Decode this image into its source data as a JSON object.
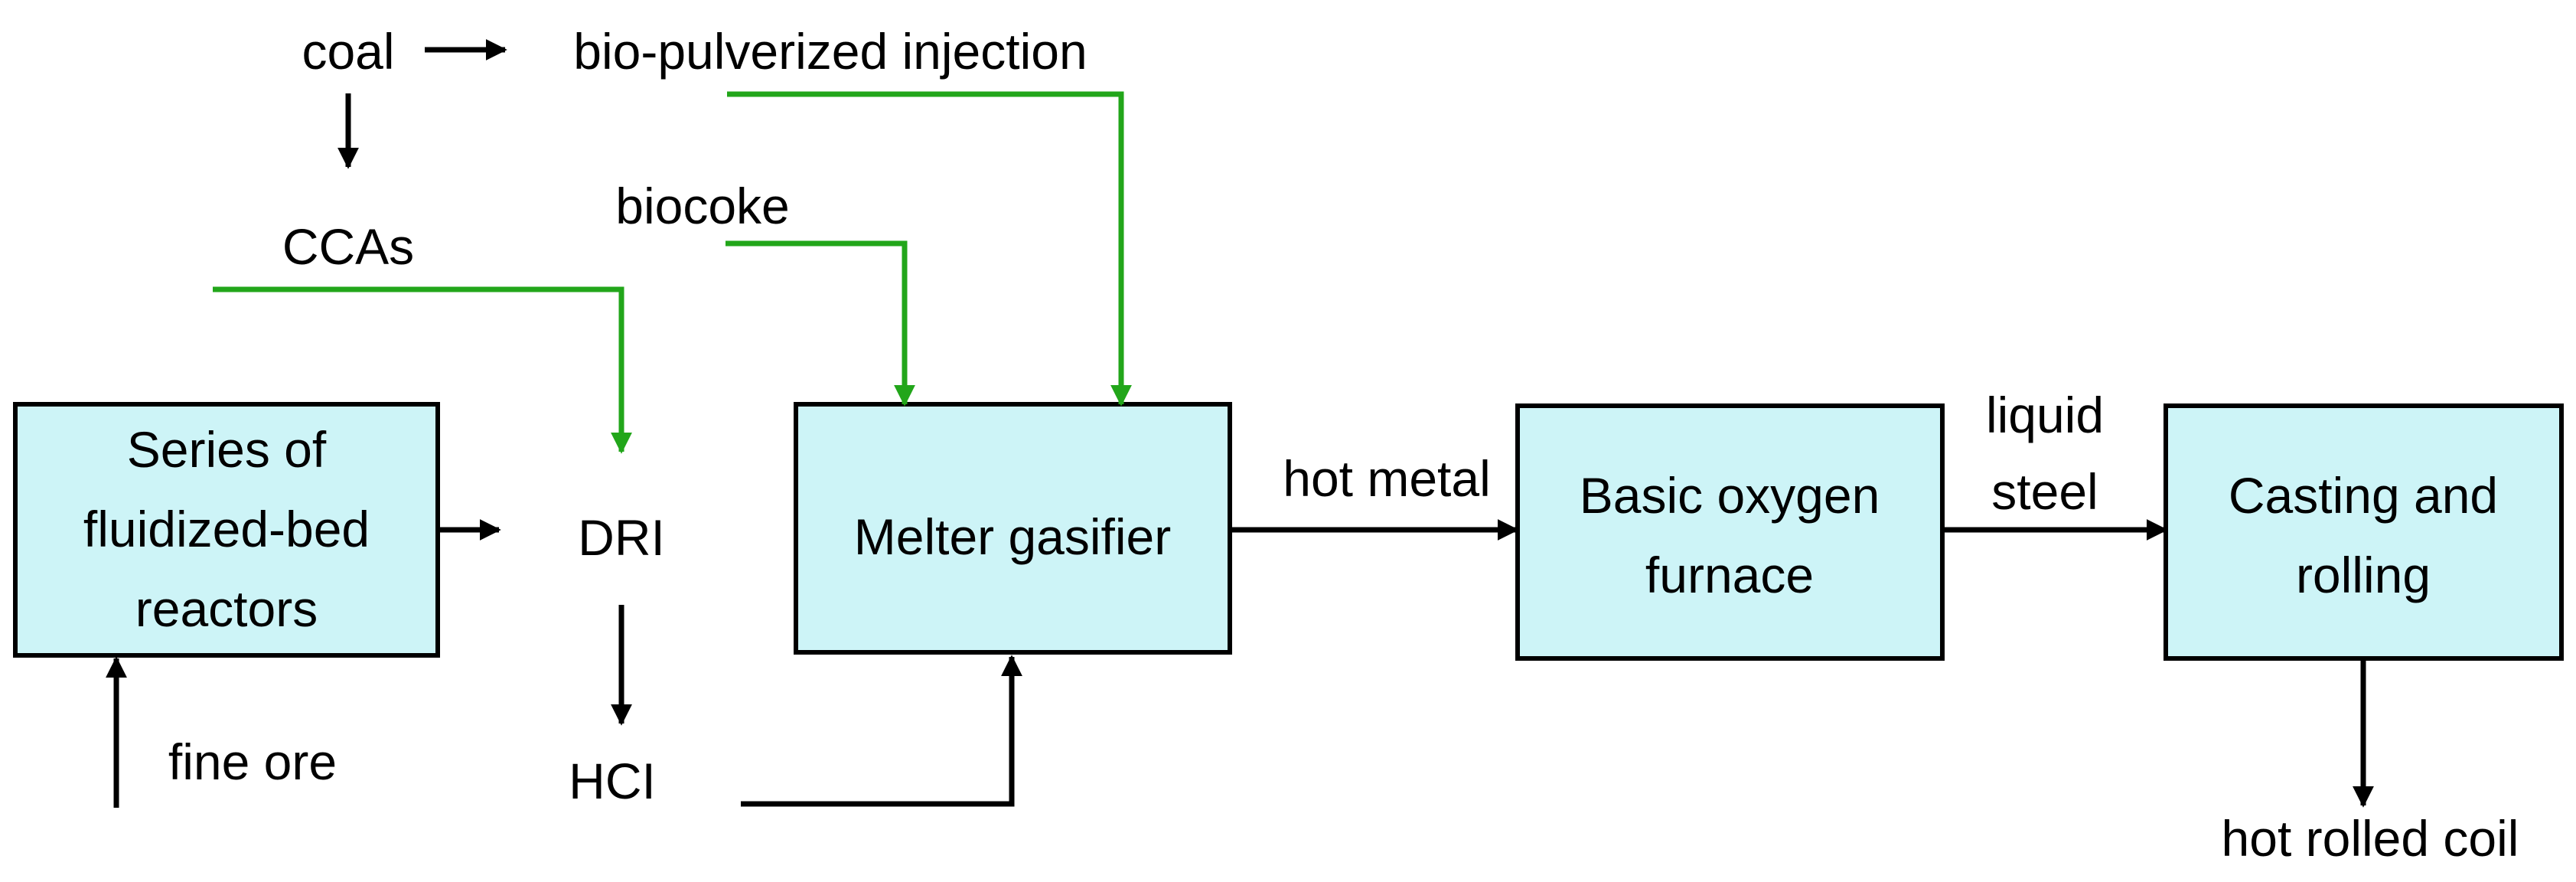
{
  "colors": {
    "box_fill": "#cdf4f7",
    "box_stroke": "#000000",
    "biomass_line": "#22a61a",
    "process_line": "#000000"
  },
  "boxes": {
    "fluidized_bed": {
      "line1": "Series of",
      "line2": "fluidized-bed",
      "line3": "reactors"
    },
    "melter_gasifier": {
      "line1": "Melter gasifier"
    },
    "bof": {
      "line1": "Basic oxygen",
      "line2": "furnace"
    },
    "casting": {
      "line1": "Casting and",
      "line2": "rolling"
    }
  },
  "labels": {
    "coal": "coal",
    "bio_pulverized_injection": "bio-pulverized injection",
    "ccas": "CCAs",
    "biocoke": "biocoke",
    "dri": "DRI",
    "hci": "HCI",
    "fine_ore": "fine ore",
    "hot_metal": "hot metal",
    "liquid_steel_1": "liquid",
    "liquid_steel_2": "steel",
    "hot_rolled_coil": "hot rolled coil"
  }
}
